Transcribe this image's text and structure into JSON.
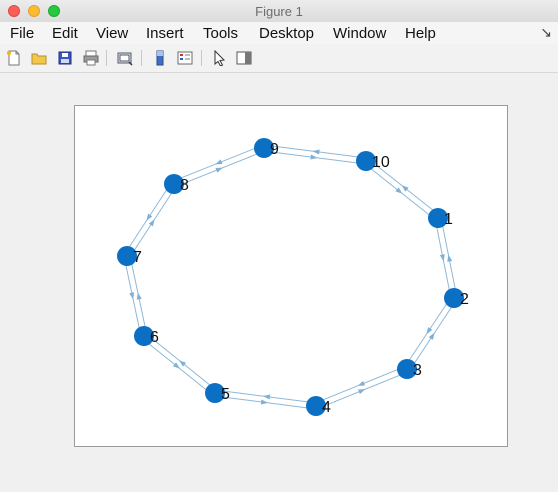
{
  "window": {
    "title": "Figure 1"
  },
  "menubar": {
    "items": [
      "File",
      "Edit",
      "View",
      "Insert",
      "Tools",
      "Desktop",
      "Window",
      "Help"
    ]
  },
  "toolbar": {
    "icons": [
      "new-figure-icon",
      "open-file-icon",
      "save-icon",
      "print-icon",
      "link-plot-icon",
      "insert-colorbar-icon",
      "insert-legend-icon",
      "edit-plot-pointer-icon",
      "plot-tools-icon"
    ]
  },
  "colors": {
    "node": "#0b6fc4",
    "edge": "#8db8d8",
    "arrow": "#7fb0d6"
  },
  "graph": {
    "nodes": [
      {
        "id": "1"
      },
      {
        "id": "2"
      },
      {
        "id": "3"
      },
      {
        "id": "4"
      },
      {
        "id": "5"
      },
      {
        "id": "6"
      },
      {
        "id": "7"
      },
      {
        "id": "8"
      },
      {
        "id": "9"
      },
      {
        "id": "10"
      }
    ],
    "edges": [
      [
        "1",
        "2"
      ],
      [
        "2",
        "1"
      ],
      [
        "2",
        "3"
      ],
      [
        "3",
        "2"
      ],
      [
        "3",
        "4"
      ],
      [
        "4",
        "3"
      ],
      [
        "4",
        "5"
      ],
      [
        "5",
        "4"
      ],
      [
        "5",
        "6"
      ],
      [
        "6",
        "5"
      ],
      [
        "6",
        "7"
      ],
      [
        "7",
        "6"
      ],
      [
        "7",
        "8"
      ],
      [
        "8",
        "7"
      ],
      [
        "8",
        "9"
      ],
      [
        "9",
        "8"
      ],
      [
        "9",
        "10"
      ],
      [
        "10",
        "9"
      ],
      [
        "10",
        "1"
      ],
      [
        "1",
        "10"
      ]
    ]
  }
}
